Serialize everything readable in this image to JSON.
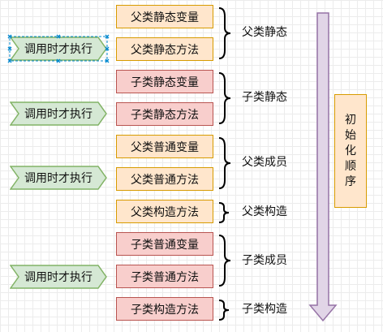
{
  "boxes": [
    {
      "label": "父类静态变量",
      "kind": "parent"
    },
    {
      "label": "父类静态方法",
      "kind": "parent"
    },
    {
      "label": "子类静态变量",
      "kind": "child"
    },
    {
      "label": "子类静态方法",
      "kind": "child"
    },
    {
      "label": "父类普通变量",
      "kind": "parent"
    },
    {
      "label": "父类普通方法",
      "kind": "parent"
    },
    {
      "label": "父类构造方法",
      "kind": "parent"
    },
    {
      "label": "子类普通变量",
      "kind": "child"
    },
    {
      "label": "子类普通方法",
      "kind": "child"
    },
    {
      "label": "子类构造方法",
      "kind": "child"
    }
  ],
  "groups": [
    {
      "label": "父类静态"
    },
    {
      "label": "子类静态"
    },
    {
      "label": "父类成员"
    },
    {
      "label": "父类构造"
    },
    {
      "label": "子类成员"
    },
    {
      "label": "子类构造"
    }
  ],
  "tags": [
    {
      "label": "调用时才执行"
    },
    {
      "label": "调用时才执行"
    },
    {
      "label": "调用时才执行"
    },
    {
      "label": "调用时才执行"
    }
  ],
  "order_label": "初始化顺序",
  "colors": {
    "parent_fill": "#ffe6cc",
    "parent_stroke": "#d79b00",
    "child_fill": "#f8cecc",
    "child_stroke": "#b85450",
    "tag_fill": "#d5e8d4",
    "tag_stroke": "#82b366",
    "arrow_fill": "#e1d5e7",
    "arrow_stroke": "#9673a6",
    "selection": "#0088cf"
  }
}
